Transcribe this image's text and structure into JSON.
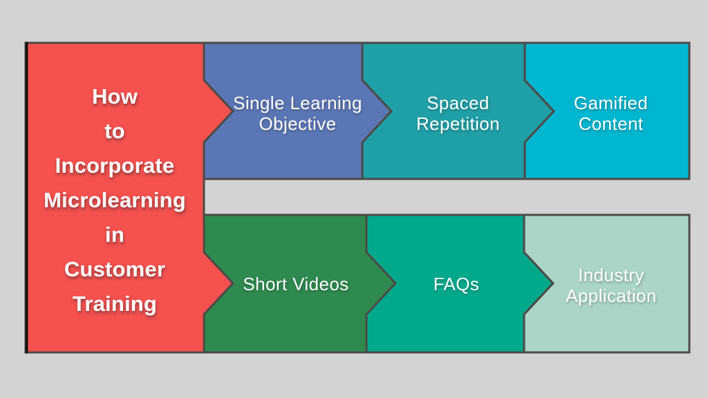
{
  "canvas": {
    "background_color": "#d3d3d3",
    "shape_border_color": "#4d4a47",
    "left_accent_color": "#141414",
    "text_color": "#ffffff"
  },
  "title_block": {
    "text": "How\nto\nIncorporate\nMicrolearning\nin\nCustomer\nTraining",
    "color": "#f5514e"
  },
  "rows": [
    {
      "name": "top-row",
      "items": [
        {
          "label": "Single Learning\nObjective",
          "color": "#5b76b4"
        },
        {
          "label": "Spaced\nRepetition",
          "color": "#1f9fa6"
        },
        {
          "label": "Gamified\nContent",
          "color": "#00b6d0"
        }
      ]
    },
    {
      "name": "bottom-row",
      "items": [
        {
          "label": "Short Videos",
          "color": "#2e8a4e"
        },
        {
          "label": "FAQs",
          "color": "#00a98c"
        },
        {
          "label": "Industry\nApplication",
          "color": "#aad5c7"
        }
      ]
    }
  ]
}
